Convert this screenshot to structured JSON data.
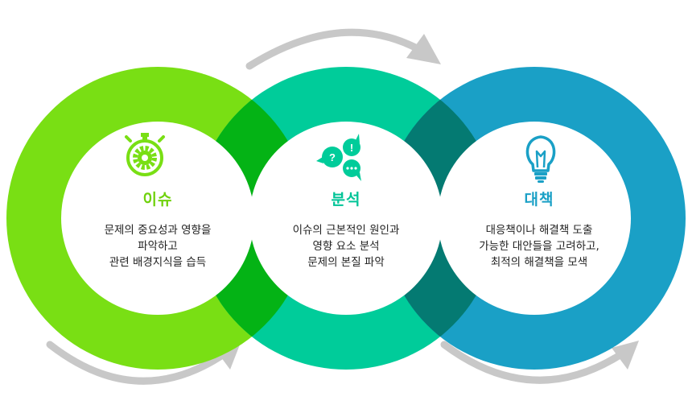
{
  "colors": {
    "issue": "#79df14",
    "analysis": "#00cc9a",
    "solution": "#1aa0c6",
    "overlap_left": "#04b315",
    "overlap_right": "#047a72",
    "arrow": "#c8c8c8"
  },
  "stages": [
    {
      "title": "이슈",
      "icon": "stopwatch-gear-icon",
      "description": "문제의 중요성과 영향을\n파악하고\n관련 배경지식을 습득"
    },
    {
      "title": "분석",
      "icon": "speech-bubbles-icon",
      "description": "이슈의 근본적인 원인과\n영향 요소 분석\n문제의 본질 파악"
    },
    {
      "title": "대책",
      "icon": "light-bulb-icon",
      "description": "대응책이나 해결책 도출\n가능한 대안들을 고려하고,\n최적의 해결책을 모색"
    }
  ]
}
